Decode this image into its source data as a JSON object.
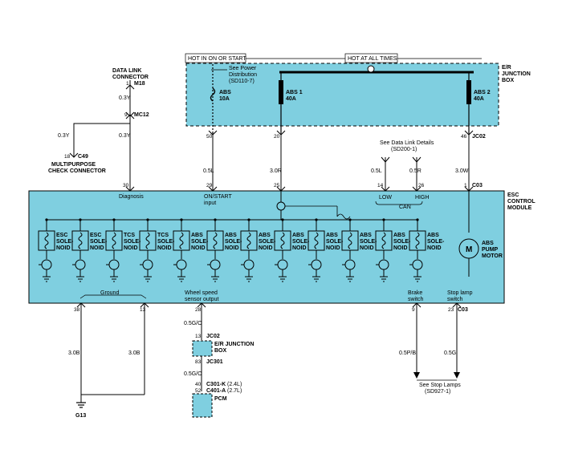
{
  "colors": {
    "module_fill": "#7fcfe0",
    "wire": "#000000",
    "background": "#ffffff"
  },
  "icons": [
    "fuse-icon",
    "solenoid-coil-icon",
    "transistor-icon",
    "ground-icon",
    "motor-icon",
    "sensor-icon"
  ],
  "header": {
    "hot_in_on_start": "HOT IN ON OR START",
    "hot_at_all_times": "HOT AT ALL TIMES"
  },
  "er_box": {
    "title_line1": "E/R",
    "title_line2": "JUNCTION",
    "title_line3": "BOX",
    "see_power_line1": "See Power",
    "see_power_line2": "Distribution",
    "see_power_line3": "(SD110-7)",
    "fuse_abs10_name": "ABS",
    "fuse_abs10_rating": "10A",
    "fuse_abs1_name": "ABS 1",
    "fuse_abs1_rating": "40A",
    "fuse_abs2_name": "ABS 2",
    "fuse_abs2_rating": "40A",
    "pin_50": "50",
    "pin_20": "20",
    "pin_46": "46",
    "connector": "JC02"
  },
  "data_link": {
    "title_line1": "DATA LINK",
    "title_line2": "CONNECTOR",
    "pin_m18": "1",
    "conn_m18": "M18",
    "wire_1": "0.3Y",
    "pin_mc12": "9",
    "conn_mc12": "MC12",
    "wire_2": "0.3Y",
    "wire_3": "0.3Y",
    "pin_c49": "18",
    "conn_c49": "C49",
    "multi_line1": "MULTIPURPOSE",
    "multi_line2": "CHECK CONNECTOR"
  },
  "data_link_details": {
    "line1": "See Data Link Details",
    "line2": "(SD200-1)"
  },
  "wires_top": {
    "w_05l": "0.5L",
    "w_30r": "3.0R",
    "w_05l_can": "0.5L",
    "w_05r": "0.5R",
    "w_30w": "3.0W"
  },
  "esc_pins_top": {
    "p30": "30",
    "p29": "29",
    "p25": "25",
    "p14": "14",
    "p26": "26",
    "p1": "1",
    "connector": "C03"
  },
  "esc_module": {
    "title_line1": "ESC",
    "title_line2": "CONTROL",
    "title_line3": "MODULE",
    "diagnosis": "Diagnosis",
    "on_start_line1": "ON/START",
    "on_start_line2": "input",
    "low": "LOW",
    "high": "HIGH",
    "can": "CAN",
    "solenoids": [
      {
        "line1": "ESC",
        "line2": "SOLE-",
        "line3": "NOID"
      },
      {
        "line1": "ESC",
        "line2": "SOLE-",
        "line3": "NOID"
      },
      {
        "line1": "TCS",
        "line2": "SOLE-",
        "line3": "NOID"
      },
      {
        "line1": "TCS",
        "line2": "SOLE-",
        "line3": "NOID"
      },
      {
        "line1": "ABS",
        "line2": "SOLE-",
        "line3": "NOID"
      },
      {
        "line1": "ABS",
        "line2": "SOLE-",
        "line3": "NOID"
      },
      {
        "line1": "ABS",
        "line2": "SOLE-",
        "line3": "NOID"
      },
      {
        "line1": "ABS",
        "line2": "SOLE-",
        "line3": "NOID"
      },
      {
        "line1": "ABS",
        "line2": "SOLE-",
        "line3": "NOID"
      },
      {
        "line1": "ABS",
        "line2": "SOLE-",
        "line3": "NOID"
      },
      {
        "line1": "ABS",
        "line2": "SOLE-",
        "line3": "NOID"
      },
      {
        "line1": "ABS",
        "line2": "SOLE-",
        "line3": "NOID"
      }
    ],
    "pump_line1": "ABS",
    "pump_line2": "PUMP",
    "pump_line3": "MOTOR",
    "motor_symbol": "M",
    "ground": "Ground",
    "wheel_line1": "Wheel speed",
    "wheel_line2": "sensor output",
    "brake_line1": "Brake",
    "brake_line2": "switch",
    "stop_line1": "Stop lamp",
    "stop_line2": "switch"
  },
  "esc_pins_bottom": {
    "p38": "38",
    "p13": "13",
    "p28": "28",
    "p9": "9",
    "p23": "23",
    "connector": "C03"
  },
  "bottom_wires": {
    "w_30b_left": "3.0B",
    "w_30b_right": "3.0B",
    "ground_name": "G13",
    "w_05go_1": "0.5G/O",
    "w_05go_2": "0.5G/O",
    "pin_13": "13",
    "jc02": "JC02",
    "er_line1": "E/R JUNCTION",
    "er_line2": "BOX",
    "pin_83": "83",
    "jc301": "JC301",
    "pin_40": "40",
    "pin_52": "52",
    "c301k": "C301-K",
    "c301k_note": "(2.4L)",
    "c401a": "C401-A",
    "c401a_note": "(2.7L)",
    "pcm": "PCM",
    "w_05pb": "0.5P/B",
    "w_05g": "0.5G",
    "stop_lamps_line1": "See Stop Lamps",
    "stop_lamps_line2": "(SD927-1)"
  }
}
